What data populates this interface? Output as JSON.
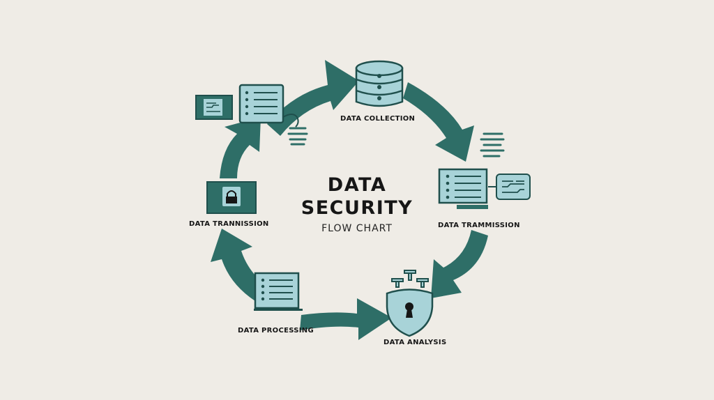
{
  "title": {
    "line1": "DATA",
    "line2": "SECURITY",
    "line3": "FLOW CHART"
  },
  "stages": {
    "collection": "DATA COLLECTION",
    "transmission_right": "DATA TRAMMISSION",
    "analysis": "DATA ANALYSIS",
    "processing": "DATA PROCESSING",
    "transmission_left": "DATA TRANNISSION"
  },
  "colors": {
    "background": "#efece6",
    "arrow": "#2e6e67",
    "icon_light": "#a8d3d8",
    "icon_stroke": "#1f4f4c",
    "text": "#161616"
  }
}
